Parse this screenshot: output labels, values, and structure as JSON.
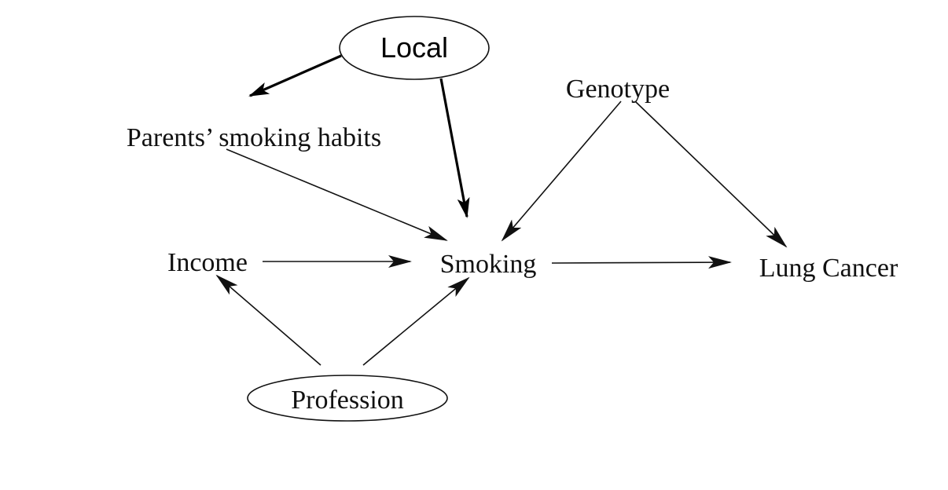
{
  "diagram": {
    "nodes": {
      "local": "Local",
      "genotype": "Genotype",
      "parents_smoking_habits": "Parents’ smoking habits",
      "income": "Income",
      "smoking": "Smoking",
      "lung_cancer": "Lung Cancer",
      "profession": "Profession"
    },
    "edges": [
      {
        "from": "local",
        "to": "parents_smoking_habits"
      },
      {
        "from": "local",
        "to": "smoking"
      },
      {
        "from": "parents_smoking_habits",
        "to": "smoking"
      },
      {
        "from": "genotype",
        "to": "smoking"
      },
      {
        "from": "genotype",
        "to": "lung_cancer"
      },
      {
        "from": "income",
        "to": "smoking"
      },
      {
        "from": "smoking",
        "to": "lung_cancer"
      },
      {
        "from": "profession",
        "to": "income"
      },
      {
        "from": "profession",
        "to": "smoking"
      }
    ]
  }
}
